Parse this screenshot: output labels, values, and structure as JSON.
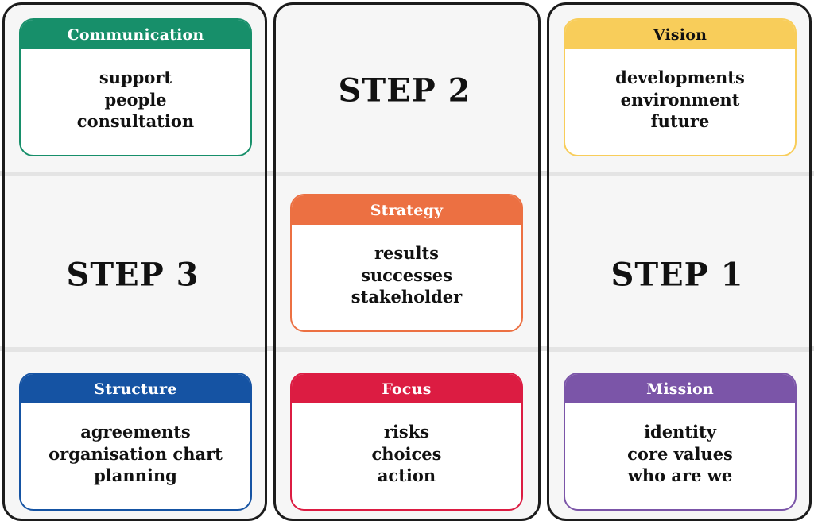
{
  "steps": {
    "step1": "STEP 1",
    "step2": "STEP 2",
    "step3": "STEP 3"
  },
  "cards": {
    "communication": {
      "title": "Communication",
      "items": [
        "support",
        "people",
        "consultation"
      ],
      "color": "#178f6a"
    },
    "structure": {
      "title": "Structure",
      "items": [
        "agreements",
        "organisation chart",
        "planning"
      ],
      "color": "#1553a3"
    },
    "strategy": {
      "title": "Strategy",
      "items": [
        "results",
        "successes",
        "stakeholder"
      ],
      "color": "#ec7042"
    },
    "focus": {
      "title": "Focus",
      "items": [
        "risks",
        "choices",
        "action"
      ],
      "color": "#dc1c42"
    },
    "vision": {
      "title": "Vision",
      "items": [
        "developments",
        "environment",
        "future"
      ],
      "color": "#f8cd5a"
    },
    "mission": {
      "title": "Mission",
      "items": [
        "identity",
        "core values",
        "who are we"
      ],
      "color": "#7b55a8"
    }
  }
}
